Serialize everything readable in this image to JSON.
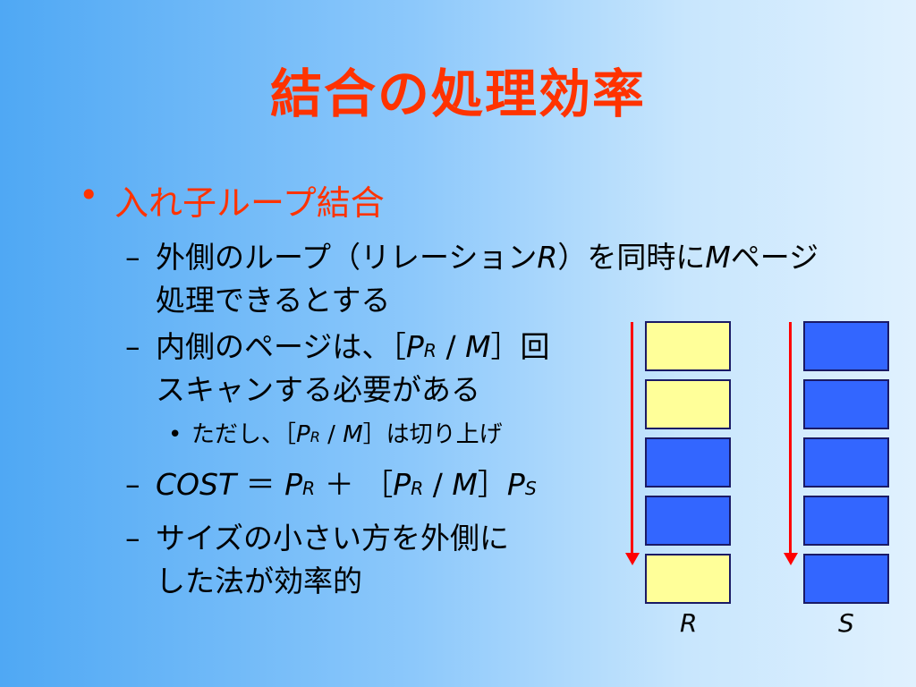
{
  "slide": {
    "title": "結合の処理効率",
    "bullet1": {
      "marker": "•",
      "text": "入れ子ループ結合"
    },
    "items": [
      {
        "marker": "–",
        "line1_a": "外側のループ（リレーション",
        "line1_r": "R",
        "line1_b": "）を同時に",
        "line1_m": "M",
        "line1_c": "ページ",
        "line2": "処理できるとする"
      },
      {
        "marker": "–",
        "line1_a": "内側のページは、［",
        "line1_p": "P",
        "line1_sub": "R",
        "line1_div": " / ",
        "line1_m": "M",
        "line1_b": "］回",
        "line2": "スキャンする必要がある"
      },
      {
        "marker": "–",
        "cost": "COST",
        "eq": " ＝ ",
        "p1": "P",
        "p1_sub": "R",
        "plus": " ＋ ［",
        "p2": "P",
        "p2_sub": "R",
        "div": " / ",
        "m": "M",
        "close": "］",
        "p3": "P",
        "p3_sub": "S"
      },
      {
        "marker": "–",
        "line1": "サイズの小さい方を外側に",
        "line2": "した法が効率的"
      }
    ],
    "sub_item": {
      "marker": "•",
      "text_a": "ただし、［",
      "p": "P",
      "p_sub": "R",
      "div": " / ",
      "m": "M",
      "text_b": "］は切り上げ"
    },
    "diagram": {
      "label_r": "R",
      "label_s": "S",
      "r_pages": [
        "yellow",
        "yellow",
        "blue",
        "blue",
        "yellow"
      ],
      "s_pages": [
        "blue",
        "blue",
        "blue",
        "blue",
        "blue"
      ],
      "colors": {
        "yellow": "#ffff99",
        "blue": "#3366ff",
        "arrow": "#ff0000",
        "title": "#ff3300"
      }
    }
  }
}
